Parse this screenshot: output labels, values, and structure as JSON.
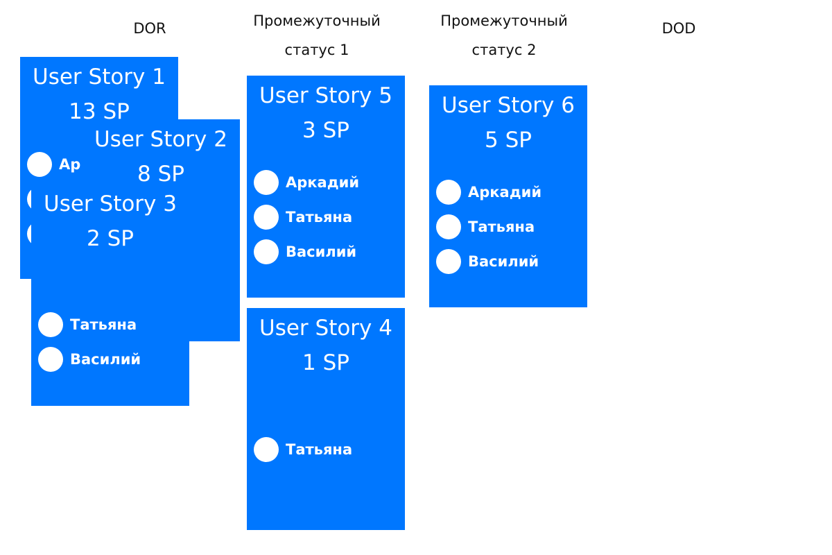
{
  "columns": {
    "dor": "DOR",
    "status1": "Промежуточный\nстатус 1",
    "status2": "Промежуточный\nстатус 2",
    "dod": "DOD"
  },
  "colors": {
    "card": "#0077FF",
    "avatar": "#FFFFFF",
    "text": "#FFFFFF"
  },
  "cards": {
    "us1": {
      "title": "User Story 1",
      "sp": "13 SP",
      "assignees": [
        "Аркадий",
        "",
        ""
      ]
    },
    "us2": {
      "title": "User Story 2",
      "sp": "8 SP"
    },
    "us3": {
      "title": "User Story 3",
      "sp": "2 SP",
      "assignees": [
        "Татьяна",
        "Василий"
      ]
    },
    "us5": {
      "title": "User Story 5",
      "sp": "3 SP",
      "assignees": [
        "Аркадий",
        "Татьяна",
        "Василий"
      ]
    },
    "us4": {
      "title": "User Story 4",
      "sp": "1 SP",
      "assignees": [
        "Татьяна"
      ]
    },
    "us6": {
      "title": "User Story 6",
      "sp": "5 SP",
      "assignees": [
        "Аркадий",
        "Татьяна",
        "Василий"
      ]
    }
  }
}
